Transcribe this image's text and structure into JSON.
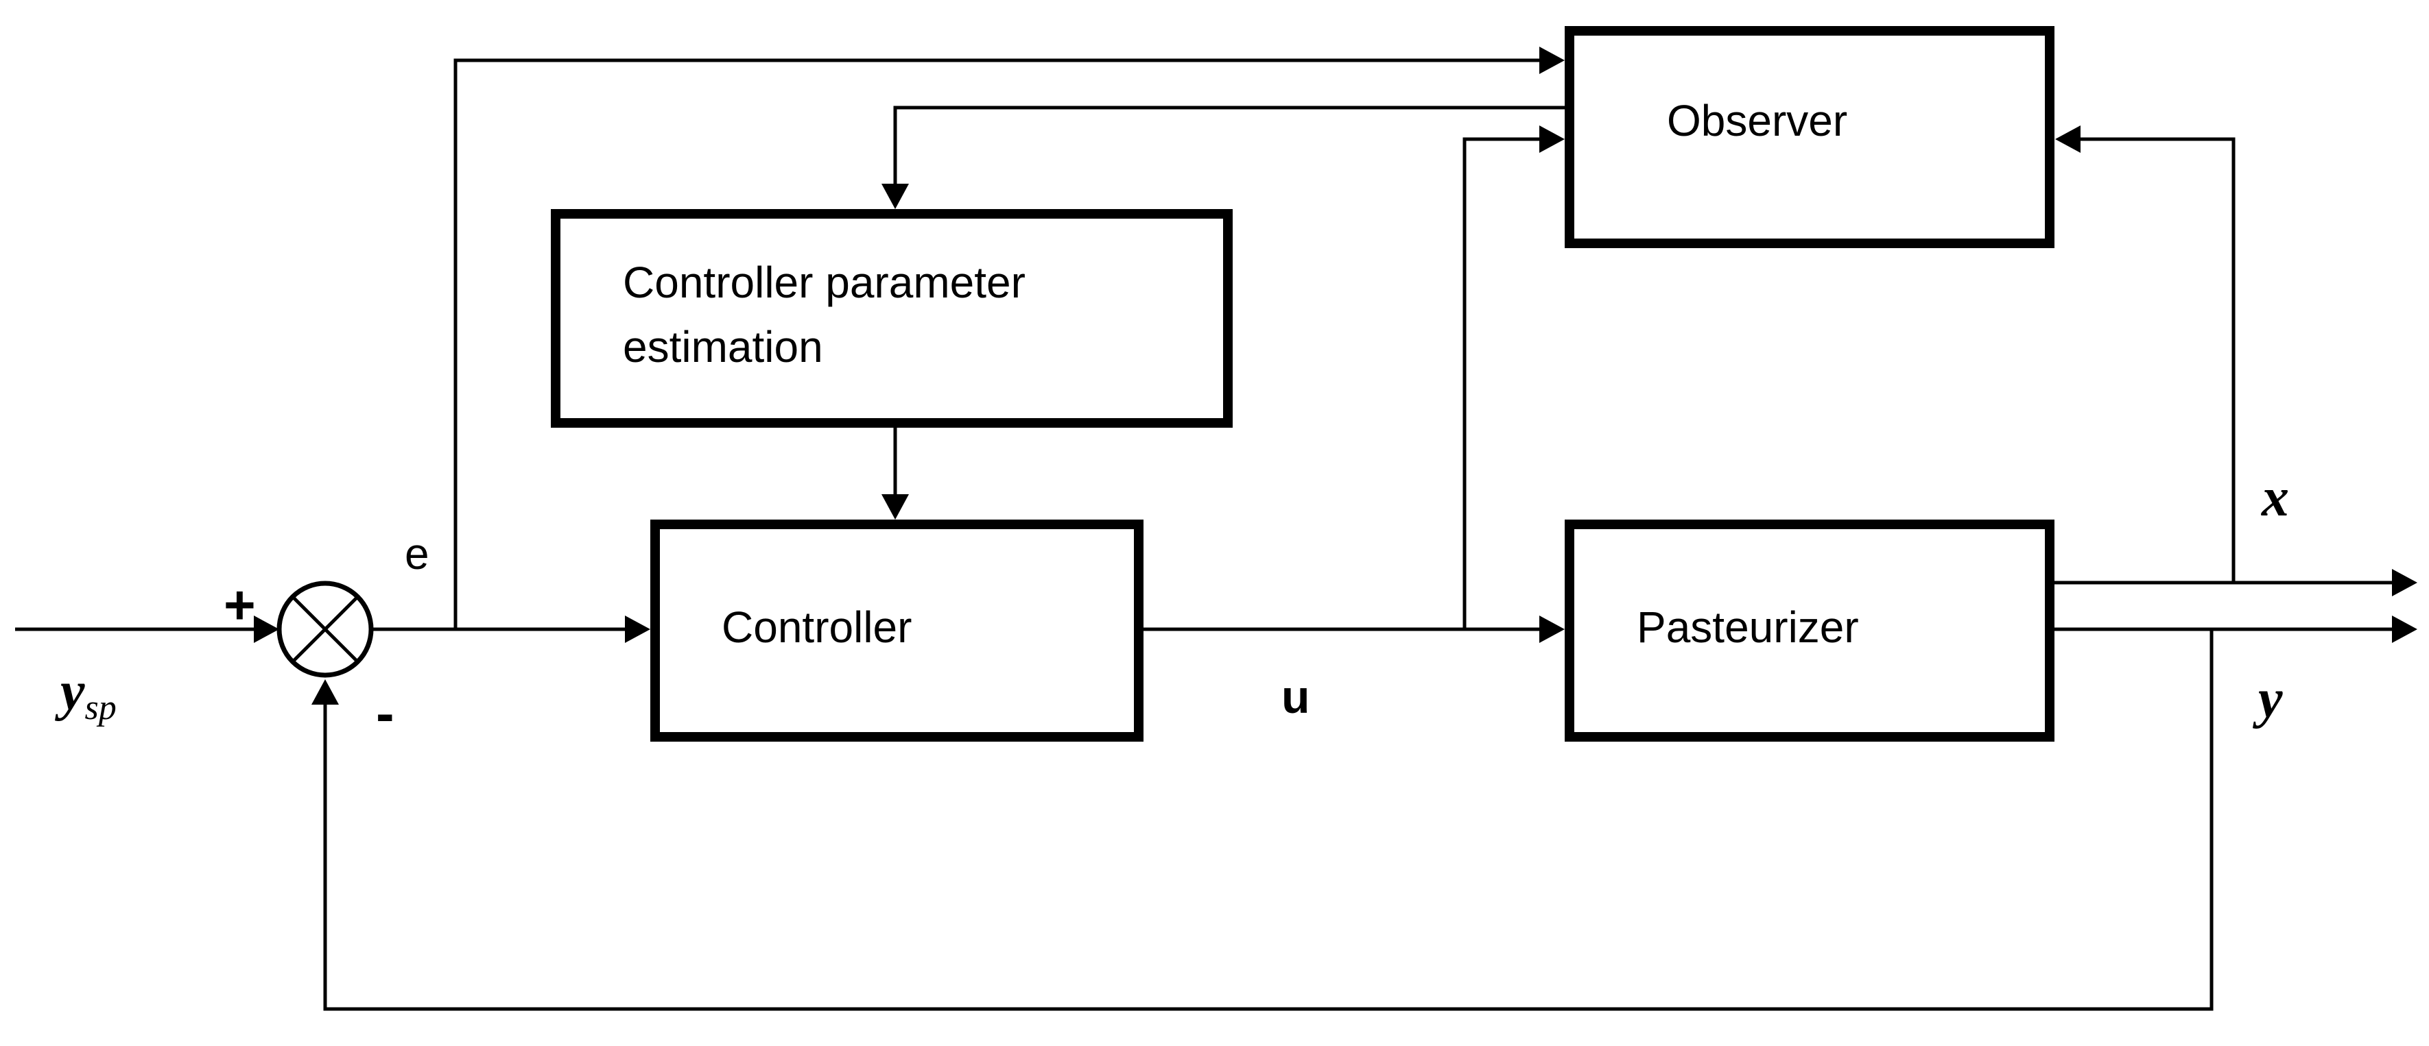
{
  "blocks": {
    "observer": "Observer",
    "estimation_line1": "Controller parameter",
    "estimation_line2": "estimation",
    "controller": "Controller",
    "pasteurizer": "Pasteurizer"
  },
  "signals": {
    "setpoint": "y",
    "setpoint_sub": "sp",
    "error": "e",
    "control": "u",
    "state": "x",
    "output": "y"
  },
  "summing_junction": {
    "plus": "+",
    "minus": "-"
  }
}
